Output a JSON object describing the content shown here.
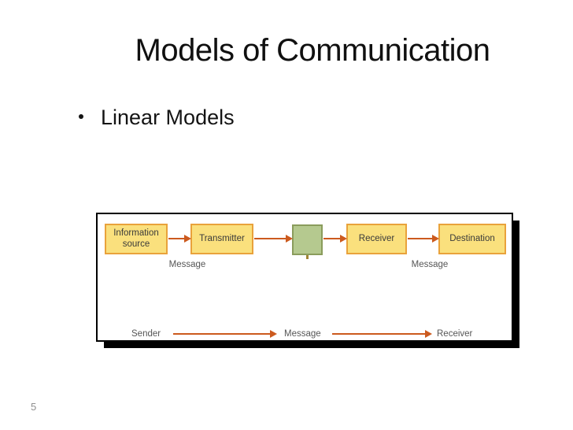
{
  "slide": {
    "title": "Models of Communication",
    "bullet": "Linear Models",
    "page_number": "5"
  },
  "diagram": {
    "boxes": [
      {
        "label": "Information source"
      },
      {
        "label": "Transmitter"
      },
      {
        "label": ""
      },
      {
        "label": "Receiver"
      },
      {
        "label": "Destination"
      }
    ],
    "labels": {
      "message_top_left": "Message",
      "message_top_right": "Message",
      "sender": "Sender",
      "message_bottom": "Message",
      "receiver": "Receiver"
    },
    "colors": {
      "box_fill": "#FAE07D",
      "box_border": "#E9A23B",
      "channel_fill": "#B5C98F",
      "channel_border": "#8A9C5C",
      "arrow": "#CC5A1E",
      "label_gray": "#565656"
    }
  }
}
